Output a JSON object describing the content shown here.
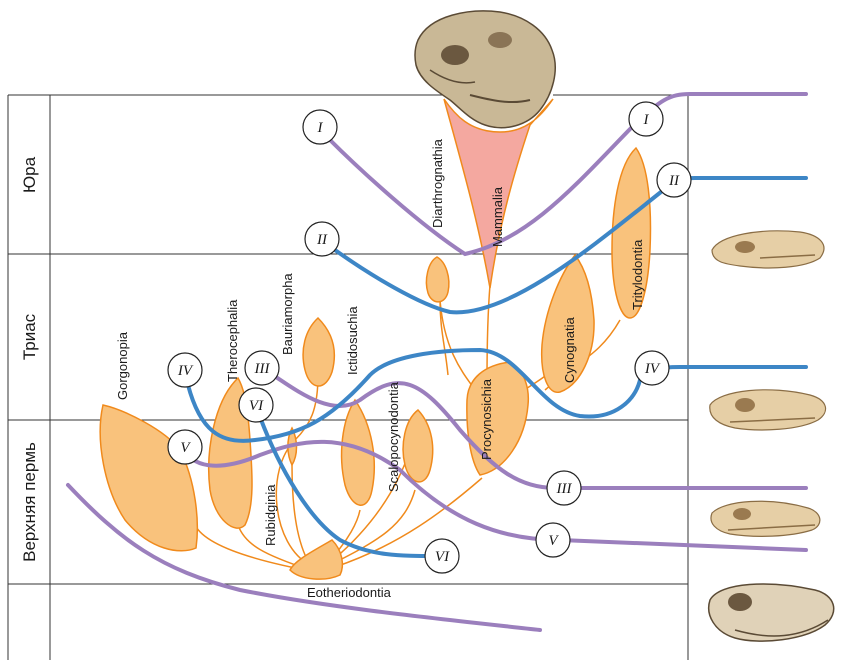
{
  "periods": {
    "jura": "Юра",
    "trias": "Триас",
    "upper_perm": "Верхняя пермь"
  },
  "taxa": {
    "gorgonopia": "Gorgonopia",
    "therocephalia": "Therocephalia",
    "bauriamorpha": "Bauriamorpha",
    "ictidosuchia": "Ictidosuchia",
    "scalopocynodontia": "Scalopocynodontia",
    "rubidginia": "Rubidginia",
    "procynosichia": "Procynosichia",
    "cynognatia": "Cynognatia",
    "tritylodontia": "Tritylodontia",
    "diarthrognathia": "Diarthrognathia",
    "mammalia": "Mammalia",
    "eotheriodontia": "Eotheriodontia"
  },
  "roman": {
    "i": "I",
    "ii": "II",
    "iii": "III",
    "iv": "IV",
    "v": "V",
    "vi": "VI"
  },
  "colors": {
    "branch_fill": "#f9c27c",
    "branch_stroke": "#f08a1c",
    "mammalia_fill": "#f4a8a0",
    "purple_line": "#9b7fbd",
    "blue_line": "#3d86c6",
    "grid": "#333333"
  }
}
